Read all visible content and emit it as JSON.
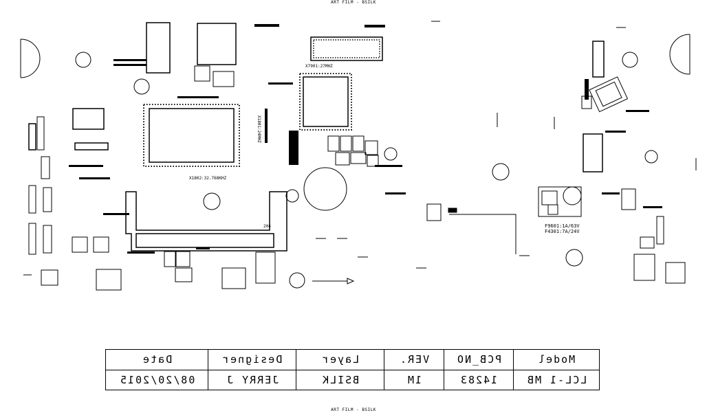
{
  "header_text": "ART FILM - BSILK",
  "footer_text": "ART FILM - BSILK",
  "title_block": {
    "headers": [
      "Model",
      "PCB_NO",
      "VER.",
      "Layer",
      "Designer",
      "Date"
    ],
    "values": [
      "LCL-1 MB",
      "14283",
      "1M",
      "BSILK",
      "JERRY J",
      "08/20/2015"
    ]
  },
  "board_labels": {
    "x7901": "X7901:27MHZ",
    "x1801": "X1801:24MHZ",
    "x1802": "X1802:32.768KHZ",
    "f9601": "F9601:1A/63V",
    "f4301": "F4301:7A/24V",
    "u204": "204"
  }
}
